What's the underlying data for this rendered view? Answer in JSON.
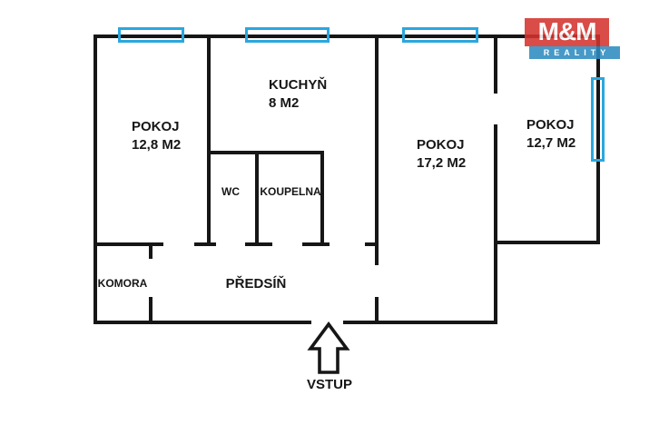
{
  "logo": {
    "title": "M&M",
    "subtitle": "REALITY"
  },
  "colors": {
    "wall": "#161616",
    "window": "#2aa7dd",
    "logo_red": "#d4342e",
    "logo_blue": "#2e8dc0",
    "text": "#161616",
    "background": "#ffffff"
  },
  "rooms": {
    "pokoj1": {
      "name": "POKOJ",
      "area": "12,8 M2"
    },
    "kuchyn": {
      "name": "KUCHYŇ",
      "area": "8 M2"
    },
    "wc": {
      "name": "WC"
    },
    "koupelna": {
      "name": "KOUPELNA"
    },
    "pokoj2": {
      "name": "POKOJ",
      "area": "17,2 M2"
    },
    "pokoj3": {
      "name": "POKOJ",
      "area": "12,7 M2"
    },
    "komora": {
      "name": "KOMORA"
    },
    "predsin": {
      "name": "PŘEDSÍŇ"
    }
  },
  "entrance": {
    "label": "VSTUP"
  }
}
